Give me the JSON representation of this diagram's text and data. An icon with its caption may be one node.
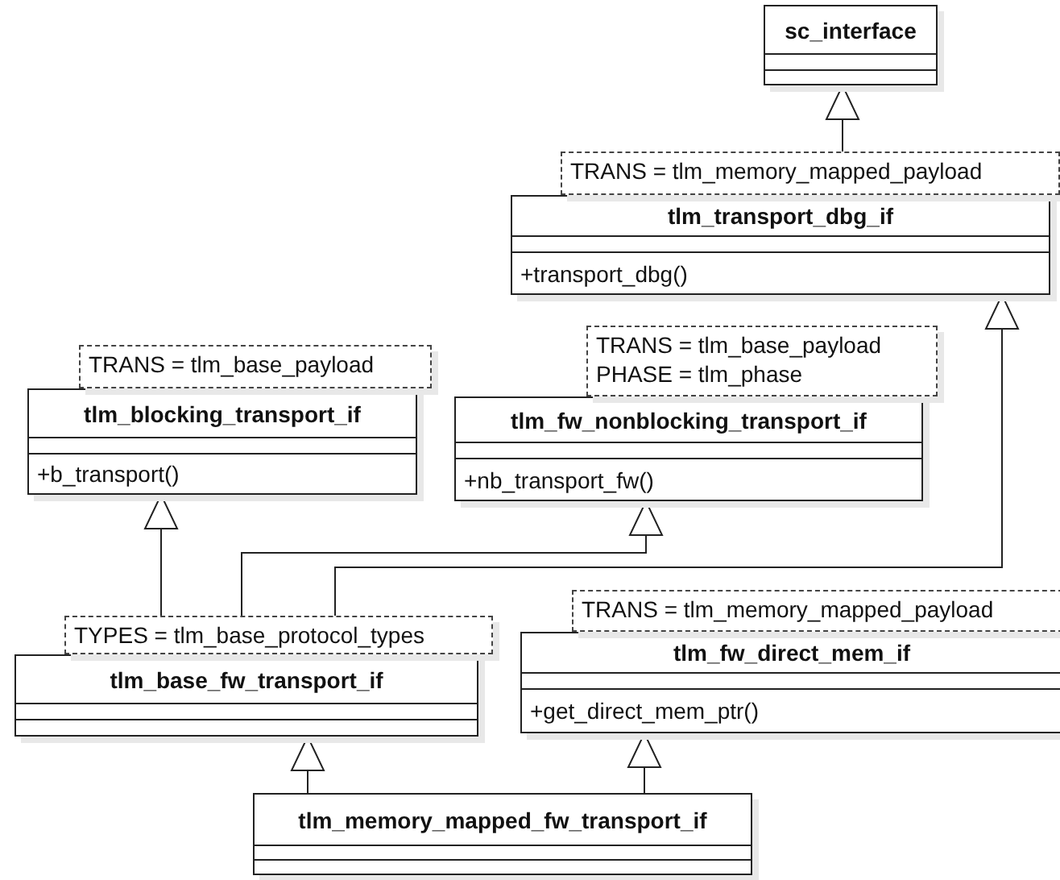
{
  "diagram": {
    "nodes": [
      {
        "text": [
          "sc_interface"
        ]
      },
      {
        "text": [
          "tlm_transport_dbg_if",
          "+transport_dbg()"
        ],
        "beside": [
          "TRANS = tlm_memory_mapped_payload"
        ]
      },
      {
        "text": [
          "tlm_blocking_transport_if",
          "+b_transport()"
        ],
        "beside": [
          "TRANS = tlm_base_payload"
        ]
      },
      {
        "text": [
          "tlm_fw_nonblocking_transport_if",
          "+nb_transport_fw()"
        ],
        "beside": [
          "TRANS = tlm_base_payload",
          "PHASE = tlm_phase"
        ]
      },
      {
        "text": [
          "tlm_base_fw_transport_if"
        ],
        "beside": [
          "TYPES = tlm_base_protocol_types"
        ]
      },
      {
        "text": [
          "tlm_fw_direct_mem_if",
          "+get_direct_mem_ptr()"
        ],
        "beside": [
          "TRANS = tlm_memory_mapped_payload"
        ]
      },
      {
        "text": [
          "tlm_memory_mapped_fw_transport_if"
        ]
      }
    ],
    "edges": [
      {
        "from": 1,
        "to": 0,
        "arrow": "to"
      },
      {
        "from": 4,
        "to": 2,
        "arrow": "to"
      },
      {
        "from": 4,
        "to": 3,
        "arrow": "to"
      },
      {
        "from": 4,
        "to": 1,
        "arrow": "to"
      },
      {
        "from": 6,
        "to": 4,
        "arrow": "to"
      },
      {
        "from": 6,
        "to": 5,
        "arrow": "to"
      }
    ]
  }
}
